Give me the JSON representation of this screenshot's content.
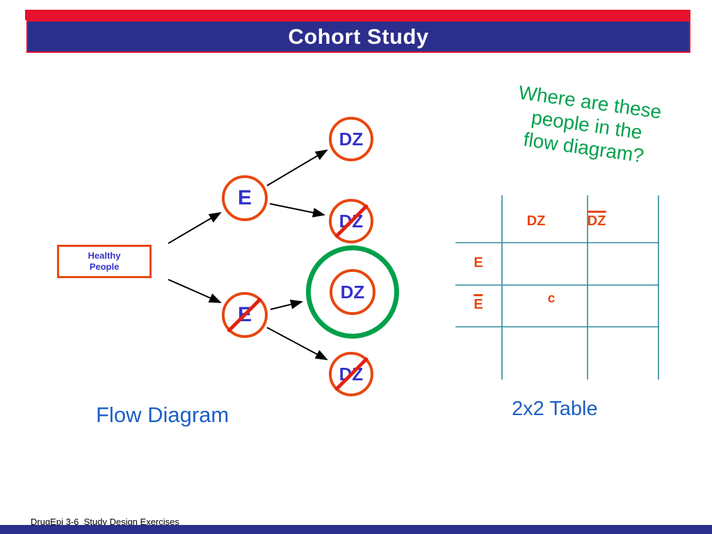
{
  "slide": {
    "title": "Cohort Study",
    "footer": "DrugEpi 3-6  Study Design Exercises"
  },
  "flow": {
    "caption": "Flow Diagram",
    "root_label": "Healthy\nPeople",
    "nodes": {
      "exposed": "E",
      "not_exposed": "E",
      "exposed_disease": "DZ",
      "exposed_no_disease": "DZ",
      "not_exposed_disease": "DZ",
      "not_exposed_no_disease": "DZ"
    }
  },
  "question": {
    "lines": [
      "Where are these",
      "people in the",
      "flow diagram?"
    ]
  },
  "table": {
    "caption": "2x2 Table",
    "col_dz": "DZ",
    "col_not_dz": "DZ",
    "row_e": "E",
    "row_not_e": "E",
    "cell_c": "c"
  },
  "colors": {
    "accent_orange": "#E8470F",
    "red": "#E8112D",
    "node_blue": "#3333CC",
    "label_blue": "#1A5FC4",
    "green": "#00A14B",
    "navy": "#2B2E8C",
    "table_teal": "#2E8B99"
  }
}
